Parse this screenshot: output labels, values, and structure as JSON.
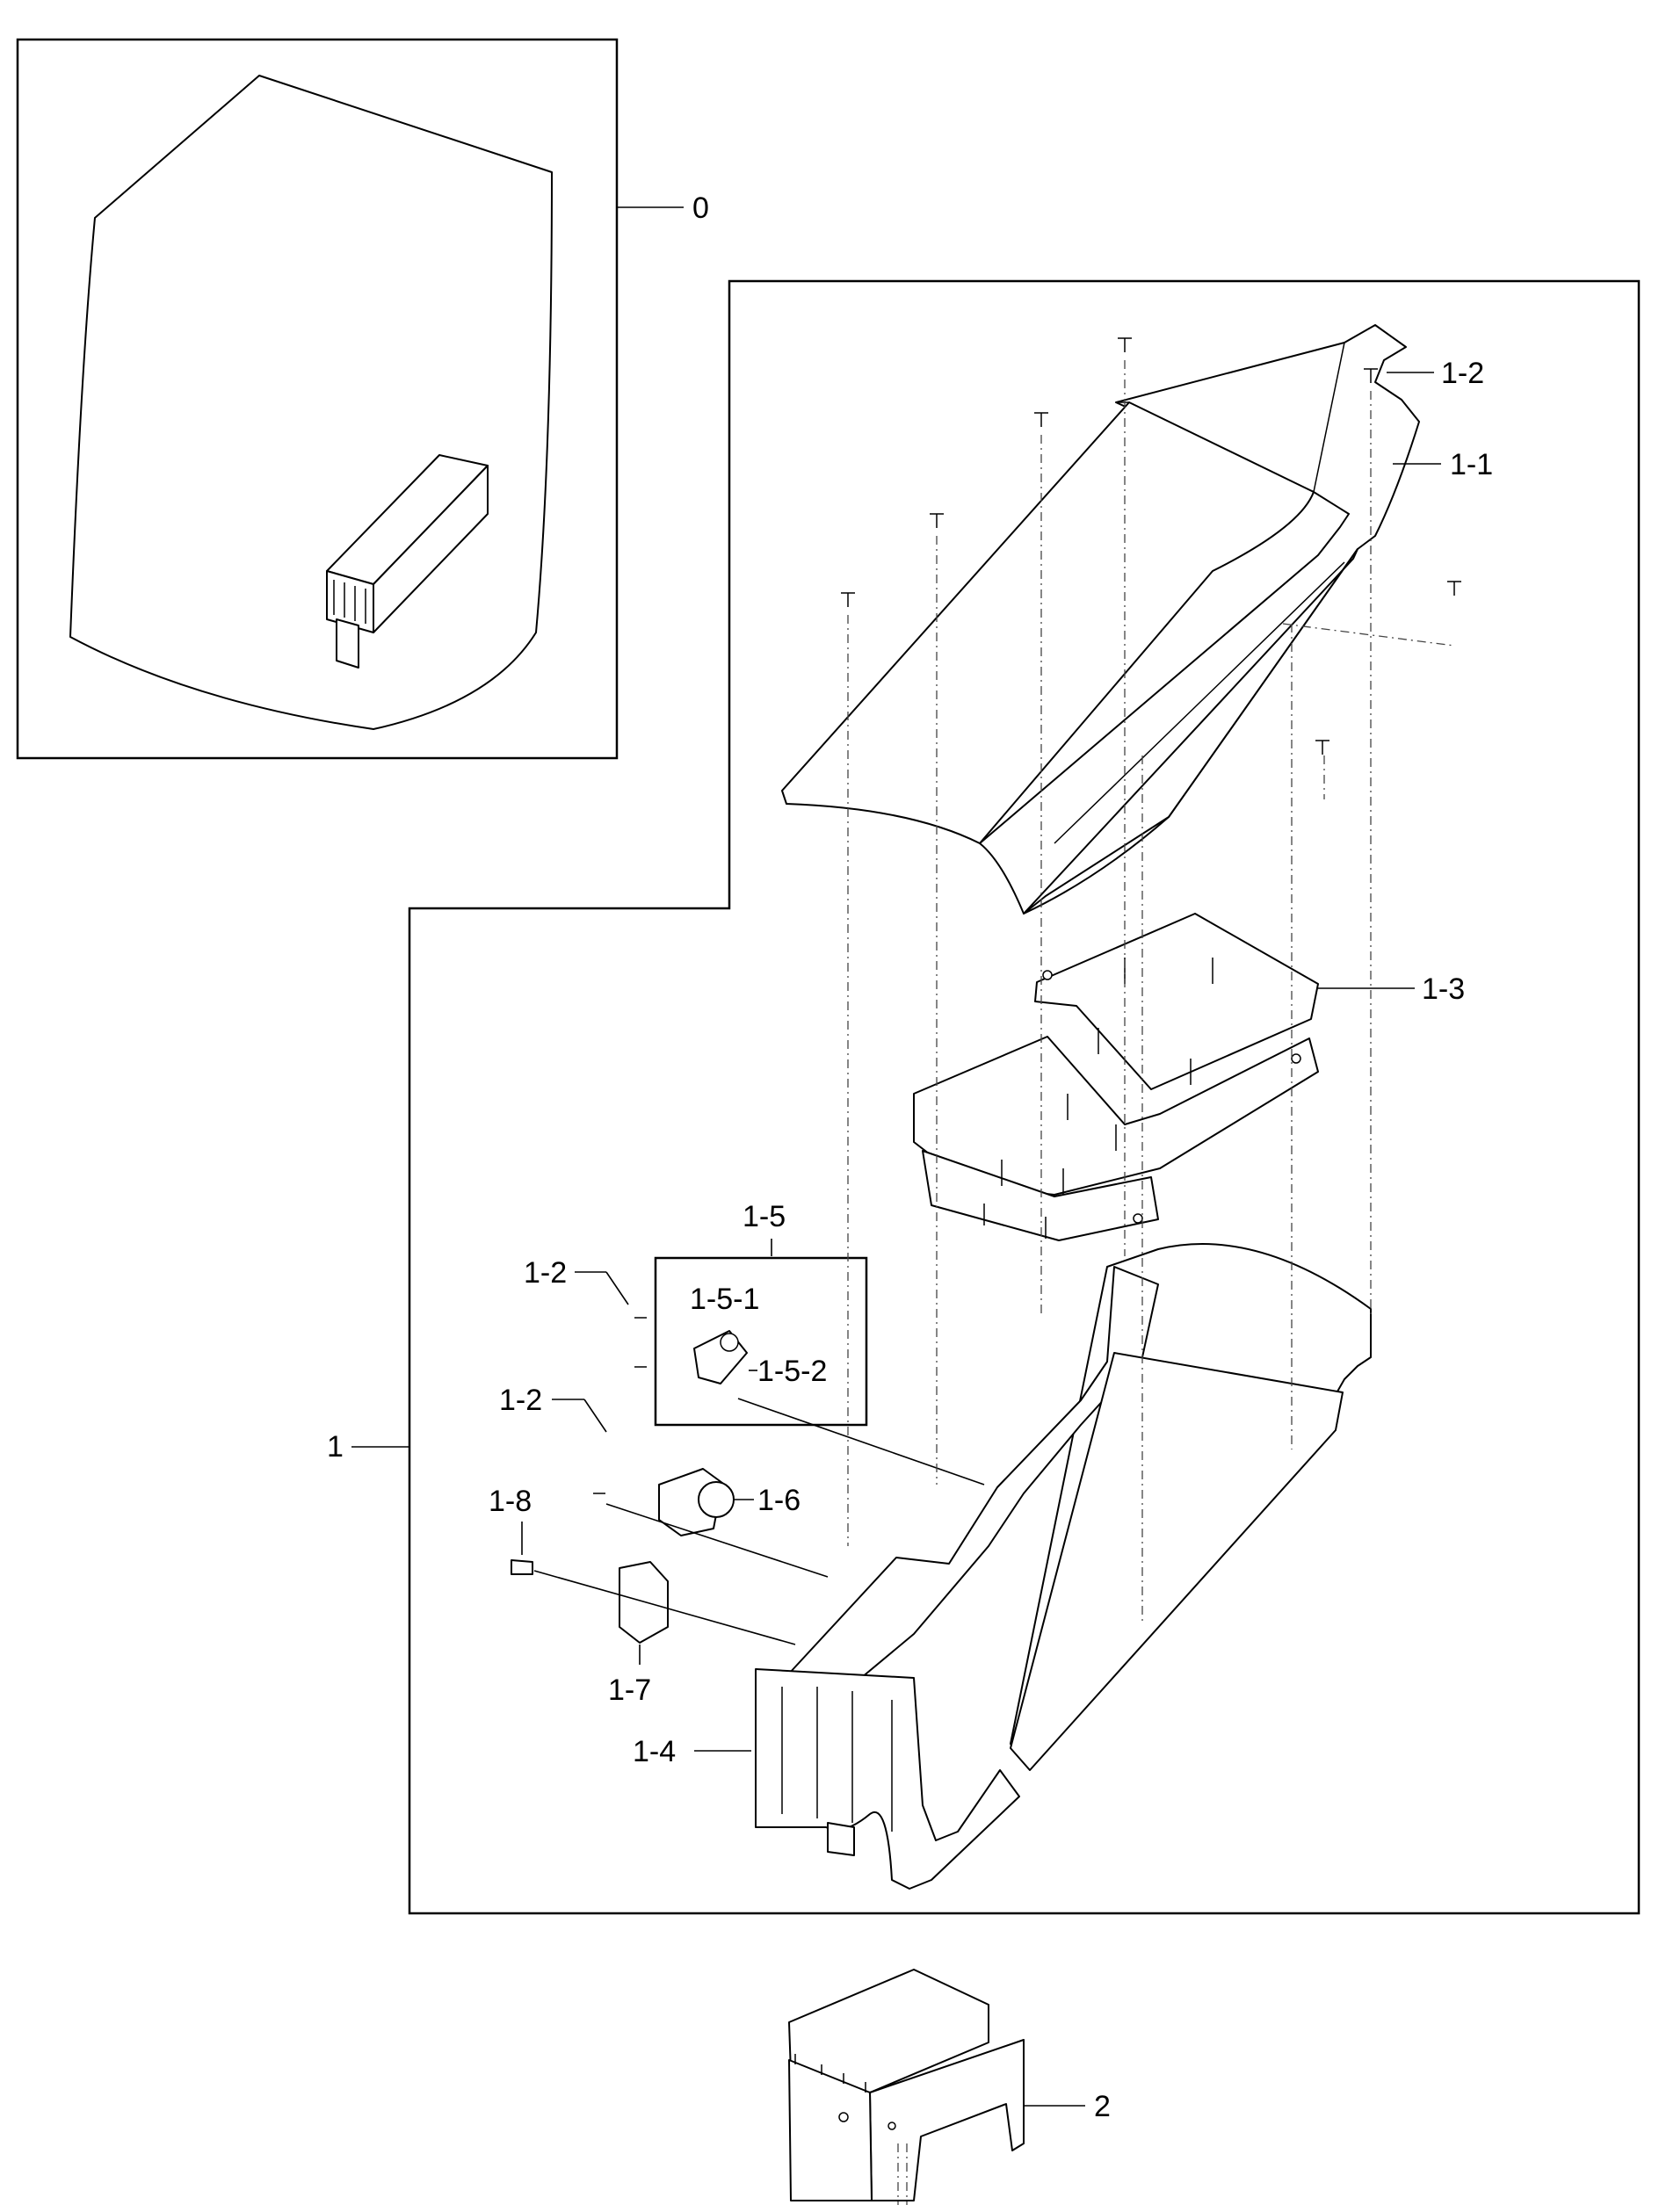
{
  "diagram": {
    "callouts": {
      "assembly": "0",
      "heater": "1",
      "cover": "1-1",
      "screw_top": "1-2",
      "screw_a": "1-2",
      "screw_b": "1-2",
      "coil_plate": "1-3",
      "housing": "1-4",
      "thermostat_group": "1-5",
      "thermostat_1": "1-5-1",
      "thermostat_2": "1-5-2",
      "thermal_fuse": "1-6",
      "thermistor": "1-7",
      "screw_small": "1-8",
      "bracket": "2"
    }
  }
}
